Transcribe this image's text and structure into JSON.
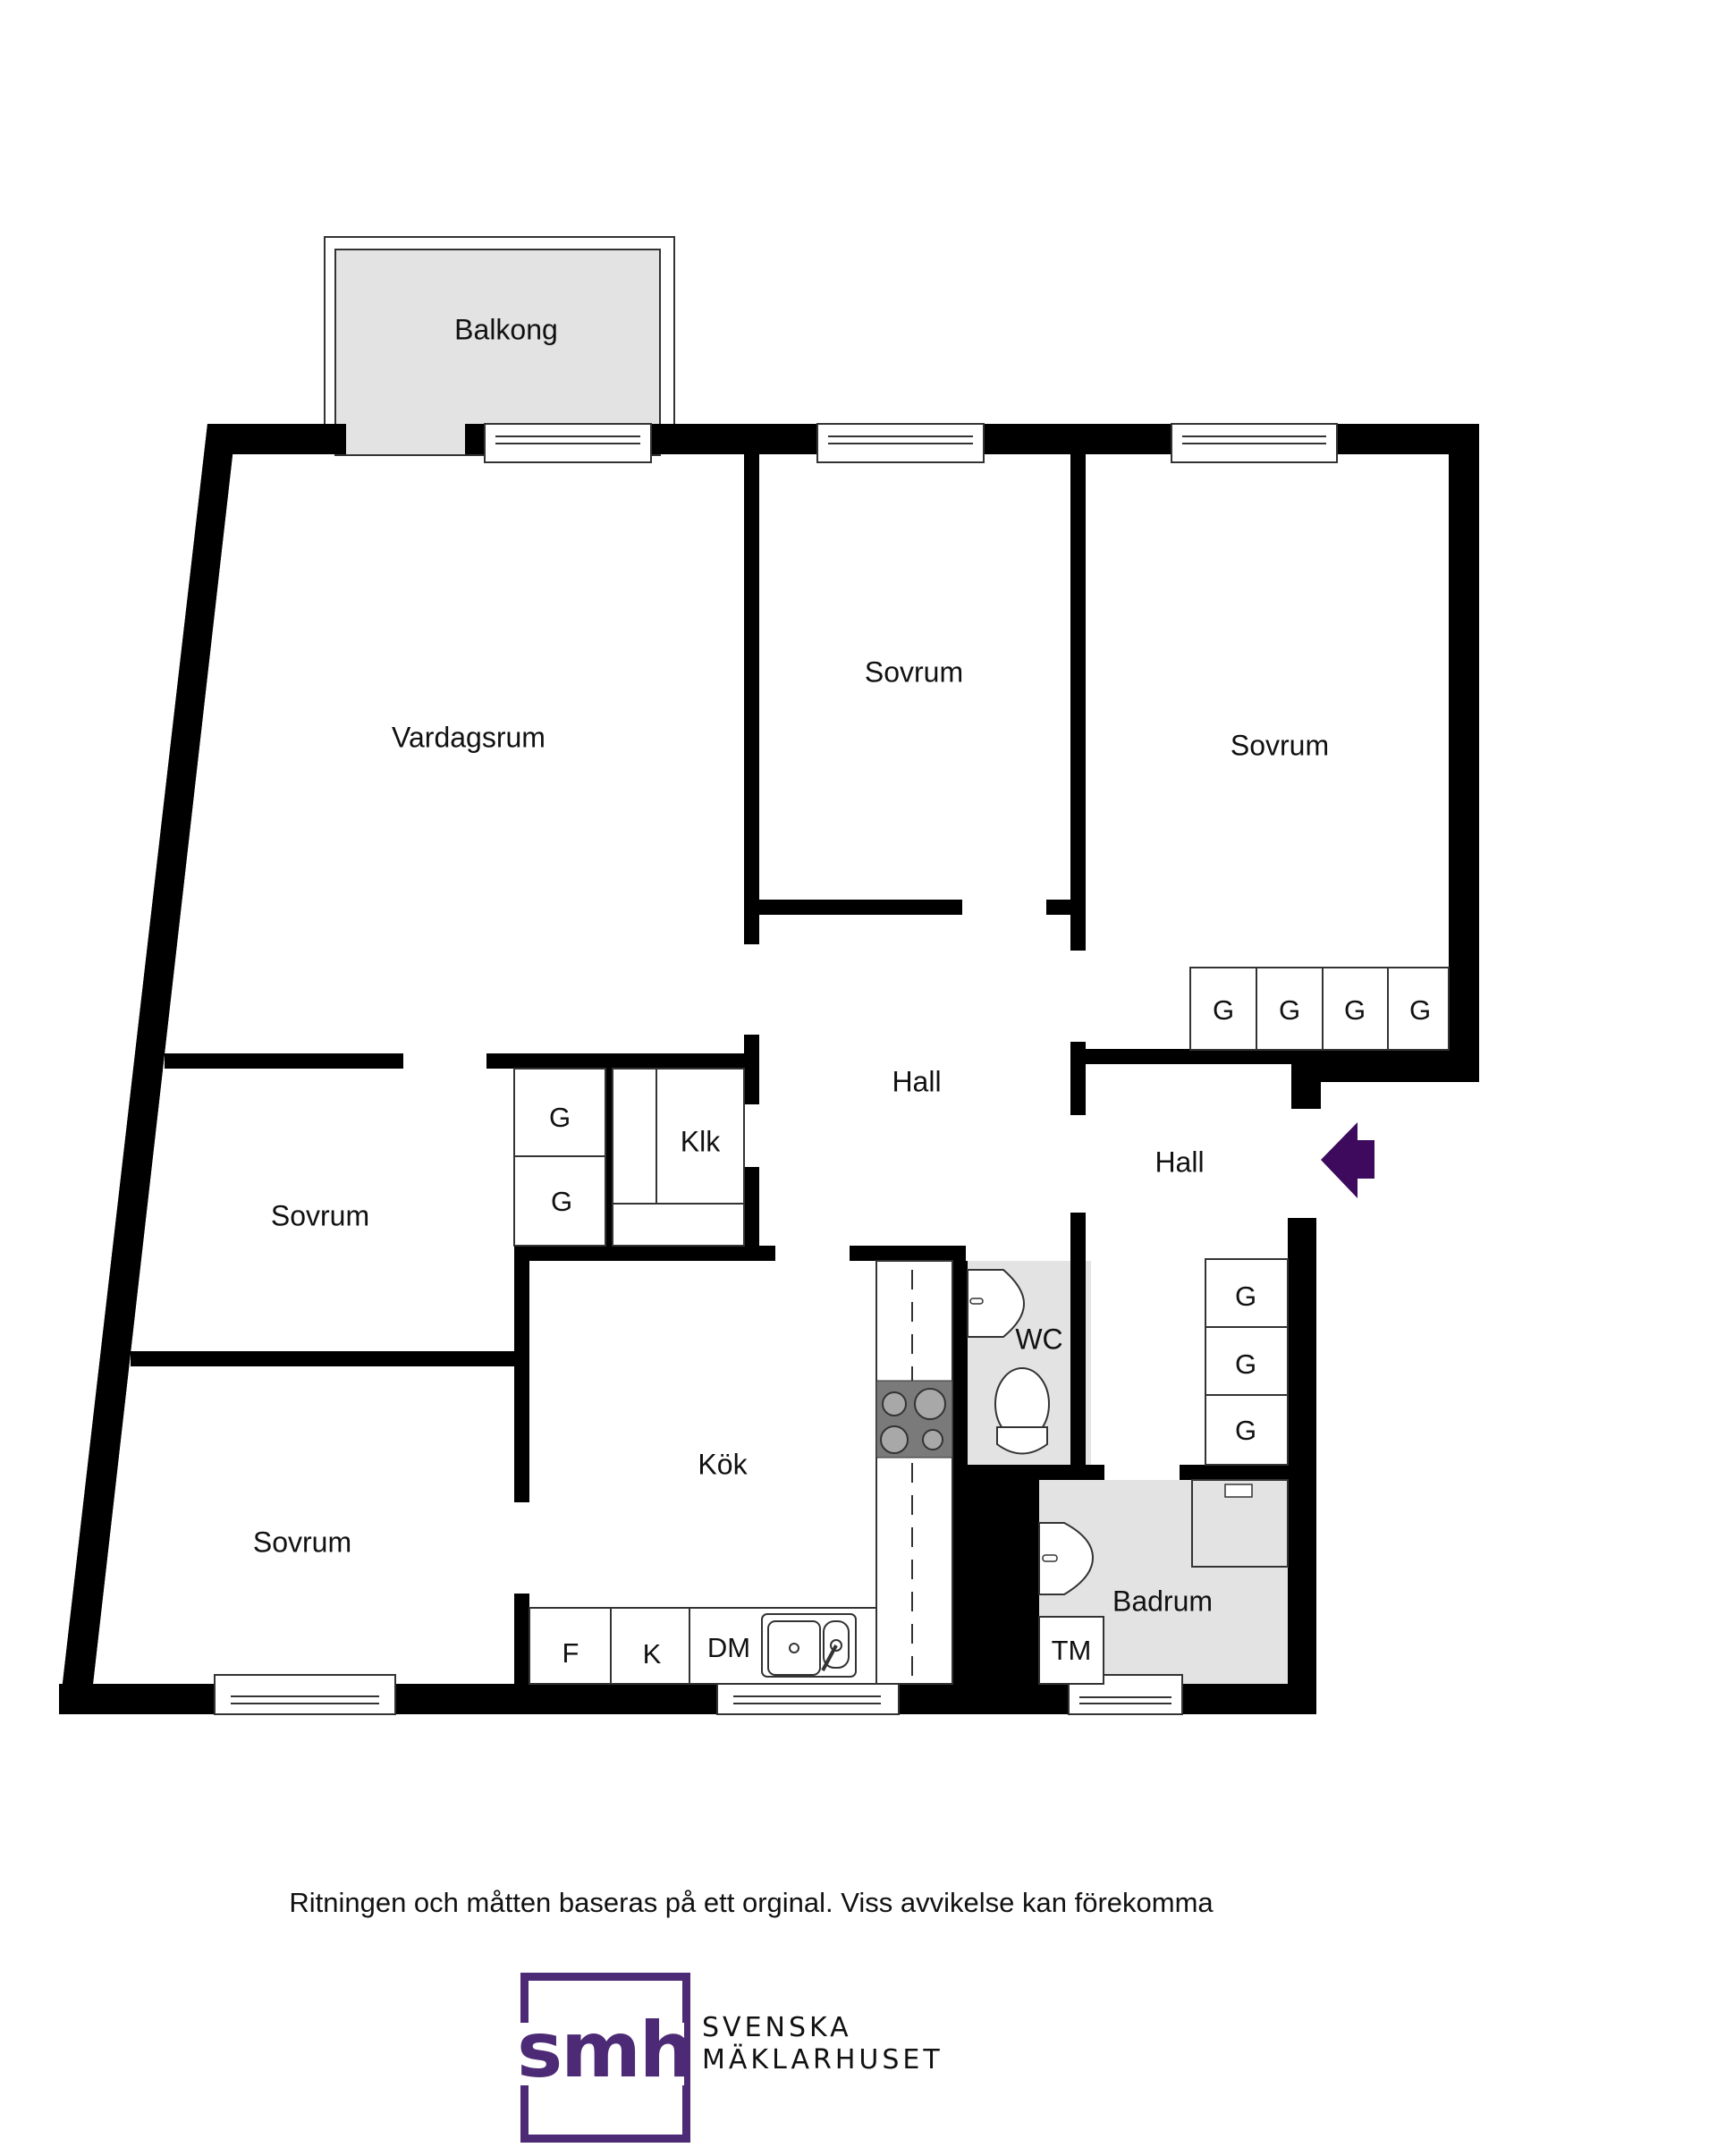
{
  "floorplan": {
    "rooms": {
      "balkong": "Balkong",
      "vardagsrum": "Vardagsrum",
      "sovrum_top_middle": "Sovrum",
      "sovrum_top_right": "Sovrum",
      "sovrum_left_middle": "Sovrum",
      "sovrum_bottom_left": "Sovrum",
      "hall_center": "Hall",
      "hall_entrance": "Hall",
      "klk": "Klk",
      "kok": "Kök",
      "wc": "WC",
      "badrum": "Badrum"
    },
    "closets": {
      "top_right": [
        "G",
        "G",
        "G",
        "G"
      ],
      "middle_left": [
        "G",
        "G"
      ],
      "entrance_right": [
        "G",
        "G",
        "G"
      ]
    },
    "appliances": {
      "fridge": "F",
      "freezer": "K",
      "dishwasher": "DM",
      "washing_machine": "TM"
    },
    "entrance_arrow_color": "#3d0a5e",
    "wall_color": "#000000",
    "wet_room_color": "#e3e3e3"
  },
  "footer": {
    "disclaimer": "Ritningen och måtten baseras på ett orginal. Viss avvikelse kan förekomma"
  },
  "logo": {
    "mark": "smh",
    "line1": "SVENSKA",
    "line2": "MÄKLARHUSET",
    "color": "#4d2a75"
  }
}
